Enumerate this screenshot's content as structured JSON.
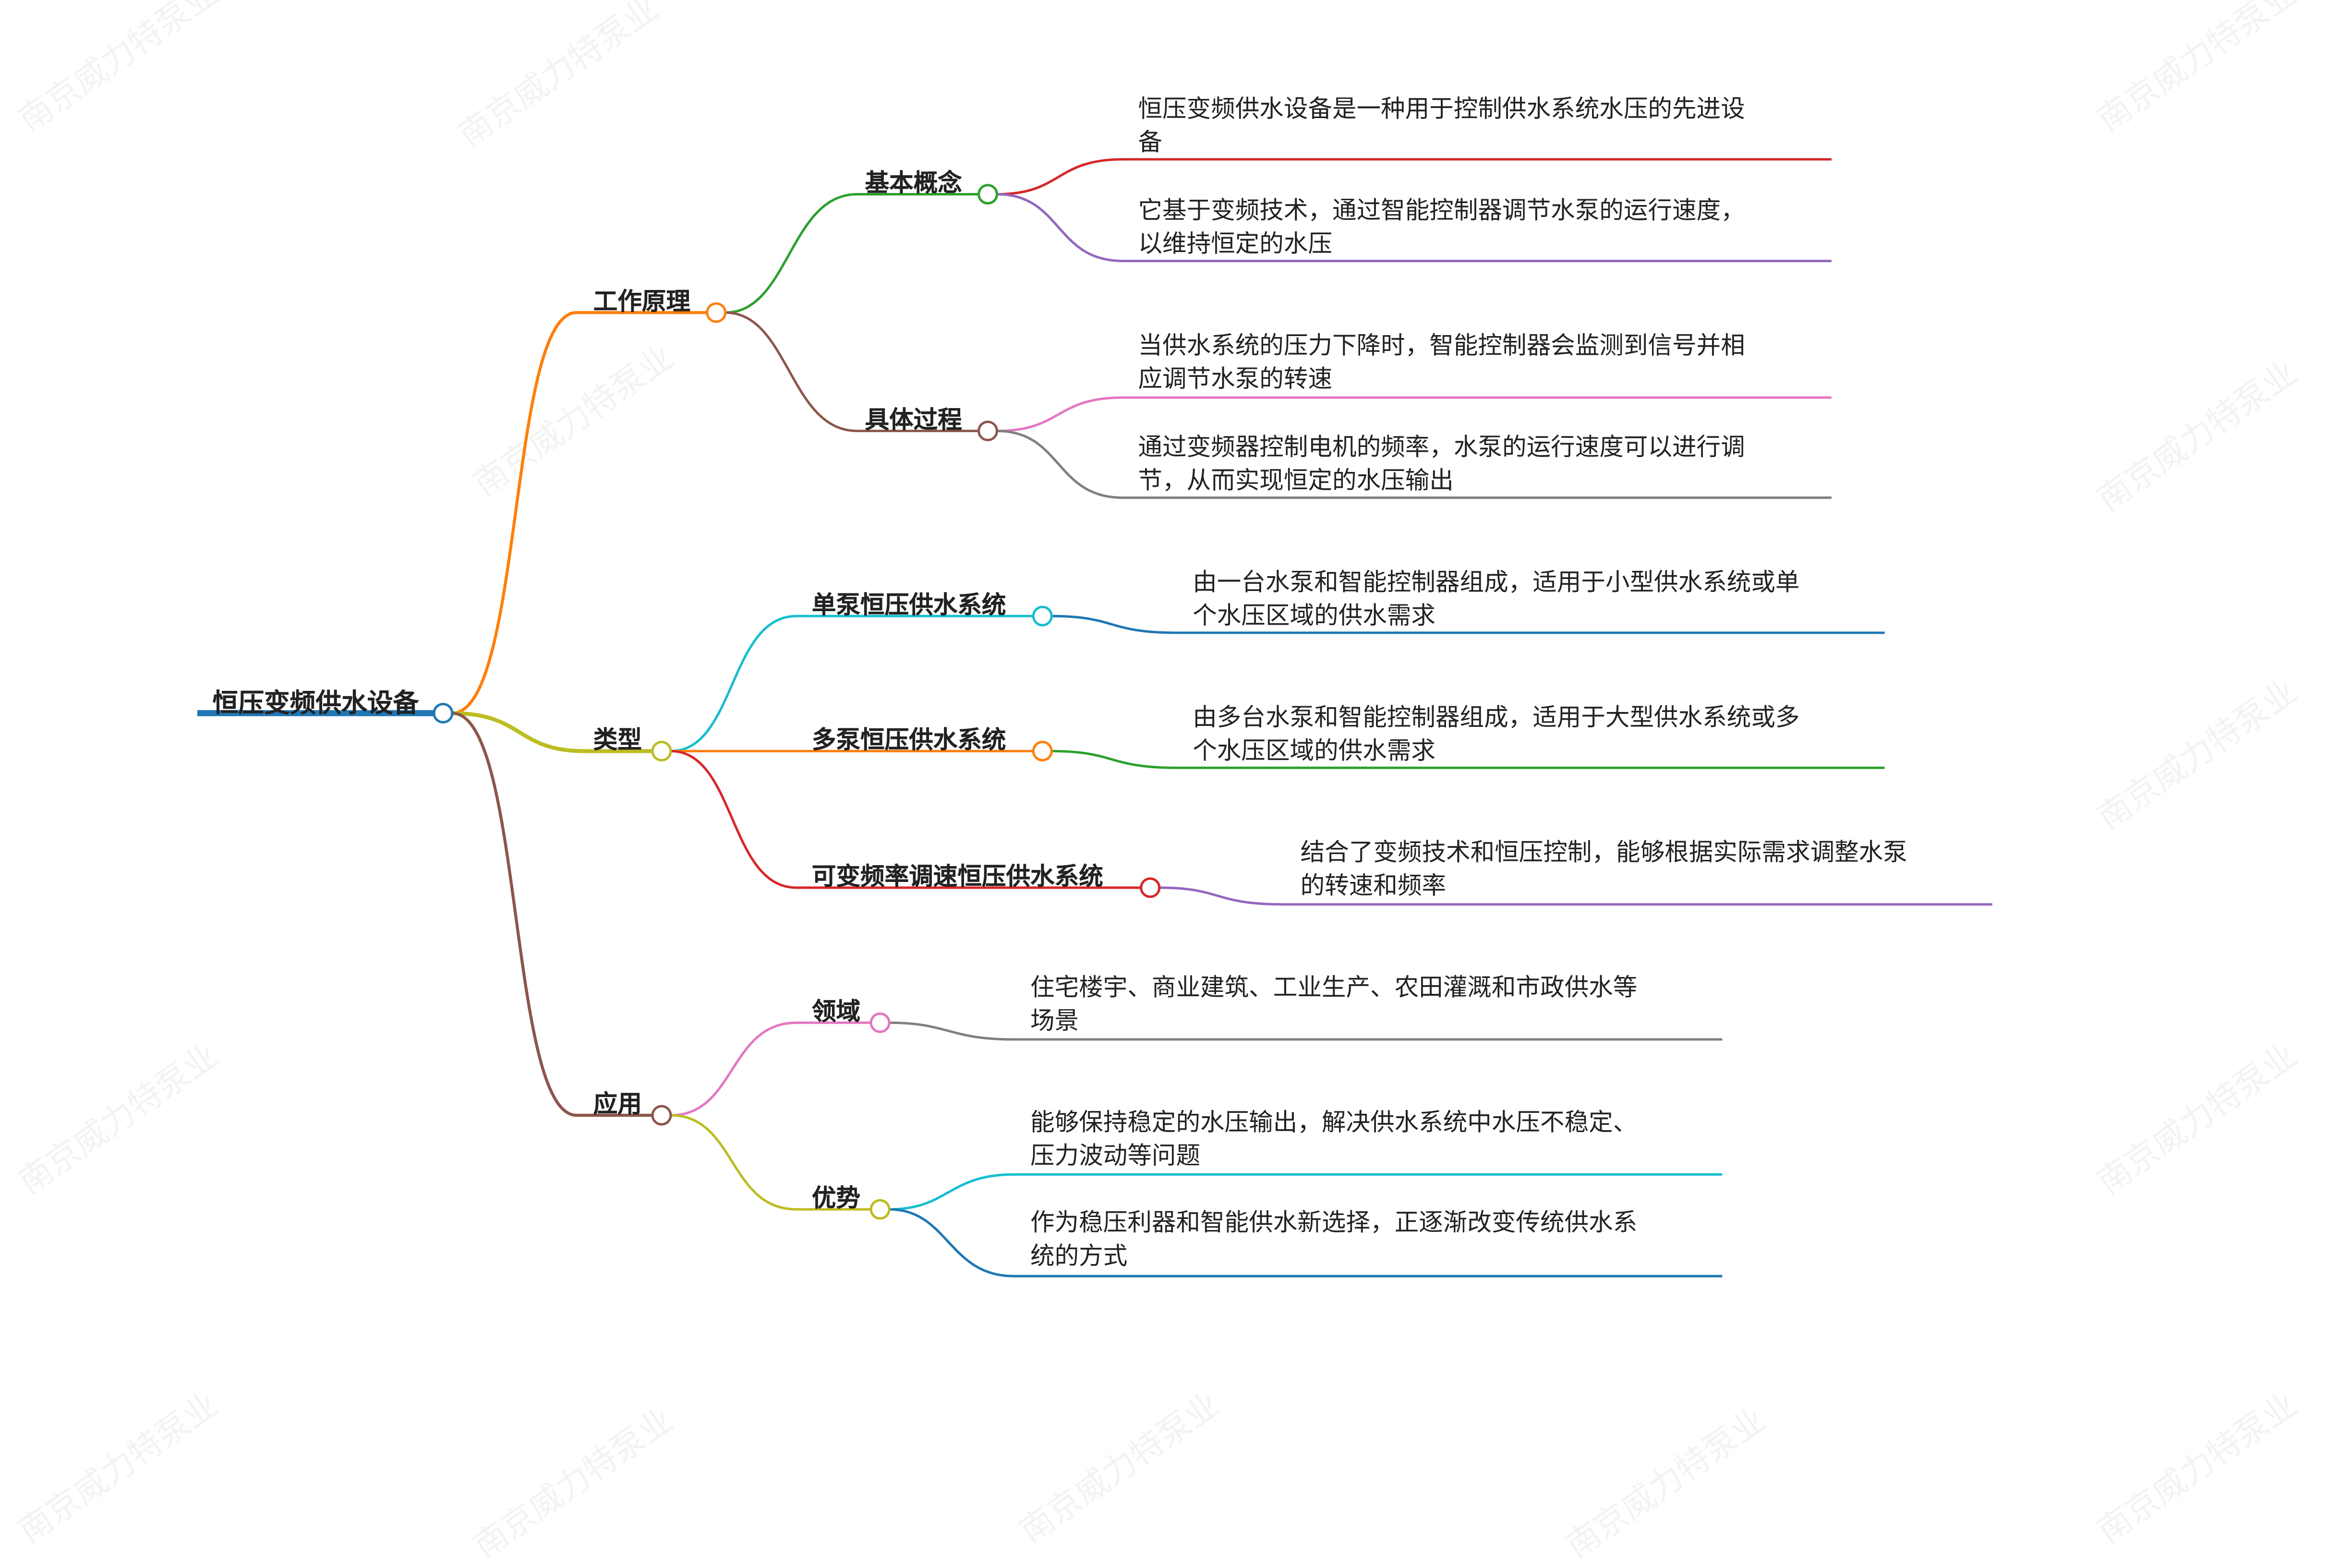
{
  "watermark": "南京威力特泵业",
  "root": {
    "label": "恒压变频供水设备",
    "color": "#1f77b4"
  },
  "branches": {
    "principle": {
      "label": "工作原理",
      "children": {
        "concept": {
          "label": "基本概念",
          "leaves": [
            "恒压变频供水设备是一种用于控制供水系统水压的先进设\n备",
            "它基于变频技术，通过智能控制器调节水泵的运行速度，\n以维持恒定的水压"
          ]
        },
        "process": {
          "label": "具体过程",
          "leaves": [
            "当供水系统的压力下降时，智能控制器会监测到信号并相\n应调节水泵的转速",
            "通过变频器控制电机的频率，水泵的运行速度可以进行调\n节，从而实现恒定的水压输出"
          ]
        }
      }
    },
    "types": {
      "label": "类型",
      "children": {
        "single": {
          "label": "单泵恒压供水系统",
          "leaves": [
            "由一台水泵和智能控制器组成，适用于小型供水系统或单\n个水压区域的供水需求"
          ]
        },
        "multi": {
          "label": "多泵恒压供水系统",
          "leaves": [
            "由多台水泵和智能控制器组成，适用于大型供水系统或多\n个水压区域的供水需求"
          ]
        },
        "vfd": {
          "label": "可变频率调速恒压供水系统",
          "leaves": [
            "结合了变频技术和恒压控制，能够根据实际需求调整水泵\n的转速和频率"
          ]
        }
      }
    },
    "application": {
      "label": "应用",
      "children": {
        "field": {
          "label": "领域",
          "leaves": [
            "住宅楼宇、商业建筑、工业生产、农田灌溉和市政供水等\n场景"
          ]
        },
        "advantage": {
          "label": "优势",
          "leaves": [
            "能够保持稳定的水压输出，解决供水系统中水压不稳定、\n压力波动等问题",
            "作为稳压利器和智能供水新选择，正逐渐改变传统供水系\n统的方式"
          ]
        }
      }
    }
  }
}
